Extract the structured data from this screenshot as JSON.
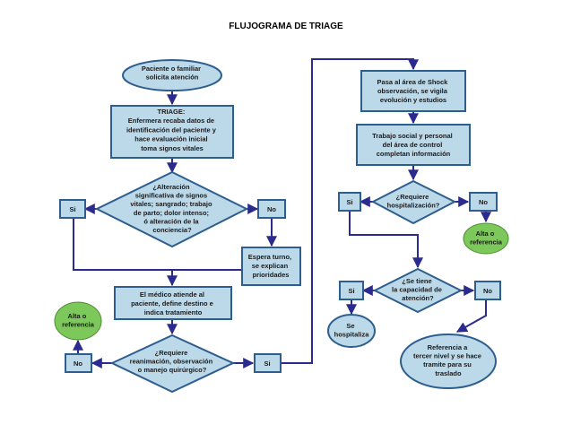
{
  "title": "FLUJOGRAMA DE TRIAGE",
  "colors": {
    "box_fill": "#bcd9ea",
    "box_stroke": "#2e5e8e",
    "arrow": "#2b2b8f",
    "green_fill": "#7cc85a"
  },
  "nodes": {
    "start": [
      "Paciente o familiar",
      "solicita atención"
    ],
    "triage": [
      "TRIAGE:",
      "Enfermera recaba datos de",
      "identificación del paciente y",
      "hace evaluación inicial",
      "toma signos vitales"
    ],
    "alteration": [
      "¿Alteración",
      "significativa de signos",
      "vitales; sangrado;  trabajo",
      "de parto; dolor intenso;",
      "ó alteración de la",
      "conciencia?"
    ],
    "si_1": [
      "Si"
    ],
    "no_1": [
      "No"
    ],
    "wait": [
      "Espera turno,",
      "se  explican",
      "prioridades"
    ],
    "doctor": [
      "El médico atiende al",
      "paciente, define destino e",
      "indica tratamiento"
    ],
    "reanimation": [
      "¿Requiere",
      "reanimación, observación",
      "o manejo quirúrgico?"
    ],
    "no_2": [
      "No"
    ],
    "si_2": [
      "Si"
    ],
    "discharge_left": [
      "Alta o",
      "referencia"
    ],
    "shock": [
      "Pasa al área de Shock",
      "observación,  se vigila",
      "evolución y estudios"
    ],
    "social": [
      "Trabajo social y personal",
      "del área de control",
      "completan información"
    ],
    "hospitalization": [
      "¿Requiere",
      "hospitalización?"
    ],
    "si_3": [
      "Si"
    ],
    "no_3": [
      "No"
    ],
    "discharge_right": [
      "Alta o",
      "referencia"
    ],
    "capacity": [
      "¿Se tiene",
      "la capacidad de",
      "atención?"
    ],
    "si_4": [
      "Si"
    ],
    "no_4": [
      "No"
    ],
    "hospitalize": [
      "Se",
      "hospitaliza"
    ],
    "referral": [
      "Referencia a",
      "tercer nivel y se hace",
      "tramite para su",
      "traslado"
    ]
  }
}
